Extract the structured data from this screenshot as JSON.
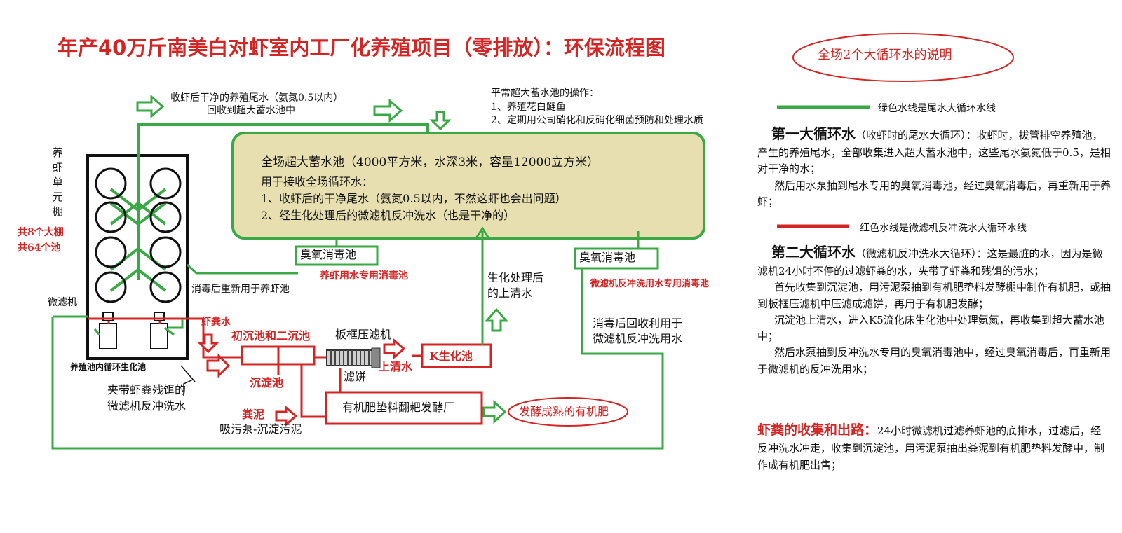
{
  "title": "年产40万斤南美白对虾室内工厂化养殖项目（零排放）：环保流程图",
  "colors": {
    "green": "#3aa845",
    "red": "#d42525",
    "pool_fill": "#e8dfb0",
    "pool_border": "#3aa845"
  },
  "notes": {
    "top_return_line1": "收虾后干净的养殖尾水（氨氮0.5以内）",
    "top_return_line2": "回收到超大蓄水池中",
    "ops_title": "平常超大蓄水池的操作：",
    "ops_1": "1、养殖花白鲢鱼",
    "ops_2": "2、定期用公司硝化和反硝化细菌预防和处理水质"
  },
  "reservoir": {
    "line1": "全场超大蓄水池（4000平方米，水深3米，容量12000立方米）",
    "line2": "用于接收全场循环水：",
    "line3": "1、收虾后的干净尾水（氨氮0.5以内，不然这虾也会出问题）",
    "line4": "2、经生化处理后的微滤机反冲洗水（也是干净的）"
  },
  "shed": {
    "vertical_label": "养虾单元棚",
    "count_sheds": "共8个大棚",
    "count_pools": "共64个池",
    "microfilter": "微滤机",
    "inner_bio": "养殖池内循环生化池"
  },
  "labels": {
    "ozone_left": "臭氧消毒池",
    "ozone_left_note": "养虾用水专用消毒池",
    "reuse_note": "消毒后重新用于养虾池",
    "ozone_right": "臭氧消毒池",
    "ozone_right_note": "微滤机反冲洗用水专用消毒池",
    "bio_clear_1": "生化处理后",
    "bio_clear_2": "的上清水",
    "recycle_1": "消毒后回收利用于",
    "recycle_2": "微滤机反冲洗用水",
    "feces_water": "虾粪水",
    "settle_1_2": "初沉池和二沉池",
    "press": "板框压滤机",
    "supernatant": "上清水",
    "k_bio": "K生化池",
    "filter_cake": "滤饼",
    "settle": "沉淀池",
    "backwash_1": "夹带虾粪残饵的",
    "backwash_2": "微滤机反冲洗水",
    "sludge": "粪泥",
    "pump": "吸污泵-沉淀污泥",
    "fertilizer_shed": "有机肥垫料翻耙发酵厂",
    "fertilizer_out": "发酵成熟的有机肥"
  },
  "panel": {
    "title": "全场2个大循环水的说明",
    "legend_green": "绿色水线是尾水大循环水线",
    "cycle1_head": "第一大循环水",
    "cycle1_sub": "（收虾时的尾水大循环）：",
    "cycle1_text": "收虾时，拔管排空养殖池，产生的养殖尾水，全部收集进入超大蓄水池中，这些尾水氨氮低于0.5，是相对干净的水；",
    "cycle1_text2": "然后用水泵抽到尾水专用的臭氧消毒池，经过臭氧消毒后，再重新用于养虾；",
    "legend_red": "红色水线是微滤机反冲洗水大循环水线",
    "cycle2_head": "第二大循环水",
    "cycle2_sub": "（微滤机反冲洗水大循环）：",
    "cycle2_text": "这是最脏的水，因为是微滤机24小时不停的过滤虾粪的水，夹带了虾粪和残饵的污水；",
    "cycle2_text2": "首先收集到沉淀池，用污泥泵抽到有机肥垫料发酵棚中制作有机肥，或抽到板框压滤机中压滤成滤饼，再用于有机肥发酵；",
    "cycle2_text3": "沉淀池上清水，进入K5流化床生化池中处理氨氮，再收集到超大蓄水池中；",
    "cycle2_text4": "然后水泵抽到反冲洗水专用的臭氧消毒池中，经过臭氧消毒后，再重新用于微滤机的反冲洗用水；",
    "feces_head": "虾粪的收集和出路：",
    "feces_text": "24小时微滤机过滤养虾池的底排水，过滤后，经反冲洗水冲走，收集到沉淀池，用污泥泵抽出粪泥到有机肥垫料发酵中，制作成有机肥出售；"
  }
}
